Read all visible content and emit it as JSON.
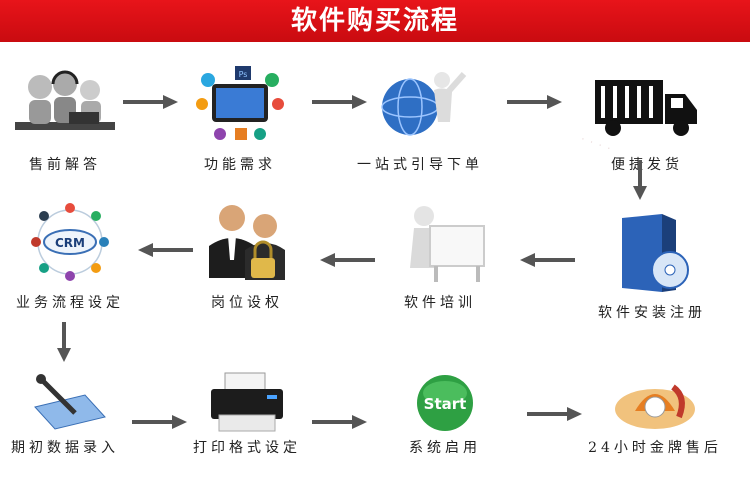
{
  "title": "软件购买流程",
  "steps": [
    {
      "label": "售前解答"
    },
    {
      "label": "功能需求"
    },
    {
      "label": "一站式引导下单"
    },
    {
      "label": "便捷发货"
    },
    {
      "label": "软件安装注册"
    },
    {
      "label": "软件培训"
    },
    {
      "label": "岗位设权"
    },
    {
      "label": "业务流程设定"
    },
    {
      "label": "期初数据录入"
    },
    {
      "label": "打印格式设定"
    },
    {
      "label": "系统启用"
    },
    {
      "label": "24小时金牌售后"
    }
  ],
  "icons": {
    "crm_text": "CRM",
    "start_text": "Start",
    "ps_badge": "Ps"
  },
  "colors": {
    "banner": "#d40f14",
    "arrow": "#555555"
  }
}
